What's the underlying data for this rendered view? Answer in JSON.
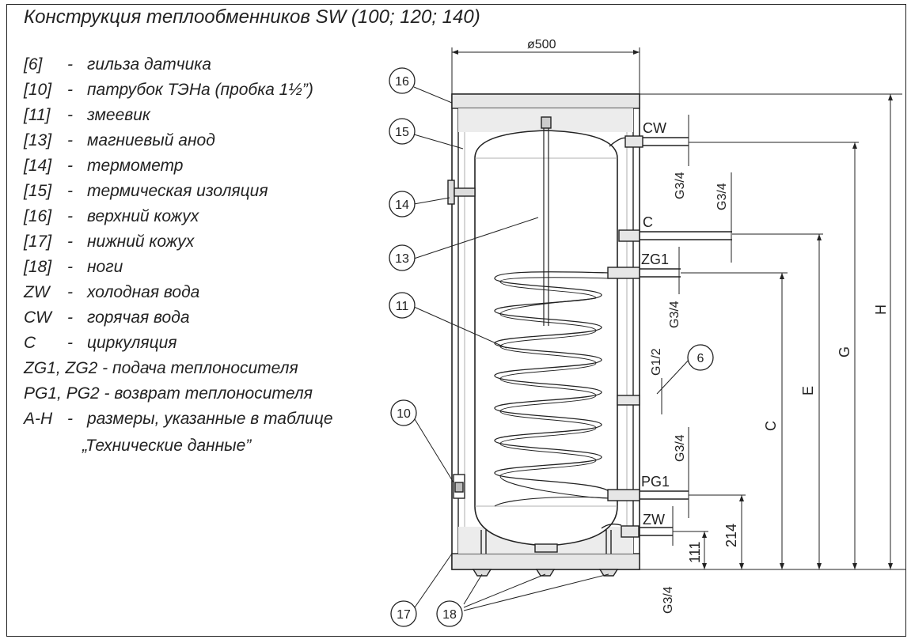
{
  "title": "Конструкция теплообменников SW (100; 120; 140)",
  "legend": [
    {
      "key": "[6]",
      "dash": "-",
      "desc": "гильза датчика"
    },
    {
      "key": "[10]",
      "dash": "-",
      "desc": "патрубок ТЭНа (пробка 1½”)"
    },
    {
      "key": "[11]",
      "dash": "-",
      "desc": "змеевик"
    },
    {
      "key": "[13]",
      "dash": "-",
      "desc": "магниевый анод"
    },
    {
      "key": "[14]",
      "dash": "-",
      "desc": "термометр"
    },
    {
      "key": "[15]",
      "dash": "-",
      "desc": "термическая изоляция"
    },
    {
      "key": "[16]",
      "dash": "-",
      "desc": "верхний кожух"
    },
    {
      "key": "[17]",
      "dash": "-",
      "desc": "нижний кожух"
    },
    {
      "key": "[18]",
      "dash": "-",
      "desc": "ноги"
    },
    {
      "key": "ZW",
      "dash": "-",
      "desc": "холодная вода"
    },
    {
      "key": "CW",
      "dash": "-",
      "desc": "горячая вода"
    },
    {
      "key": "C",
      "dash": "-",
      "desc": "циркуляция"
    }
  ],
  "legend_full": [
    "ZG1, ZG2 - подача теплоносителя",
    "PG1, PG2 - возврат теплоносителя"
  ],
  "legend_ah": {
    "key": "A-H",
    "dash": "-",
    "desc": "размеры,  указанные  в  таблице",
    "cont": "„Технические данные”"
  },
  "diagram": {
    "diameter": "ø500",
    "callouts": [
      "16",
      "15",
      "14",
      "13",
      "11",
      "10",
      "17",
      "18",
      "6"
    ],
    "connections": [
      "CW",
      "C",
      "ZG1",
      "PG1",
      "ZW"
    ],
    "threads": {
      "cw": "G3/4",
      "c": "G3/4",
      "zg1": "G3/4",
      "sensor": "G1/2",
      "pg1": "G3/4",
      "bottom": "G3/4"
    },
    "heights": {
      "zw": "111",
      "pg1": "214",
      "c_dim": "C",
      "e_dim": "E",
      "g_dim": "G",
      "h_dim": "H"
    }
  }
}
